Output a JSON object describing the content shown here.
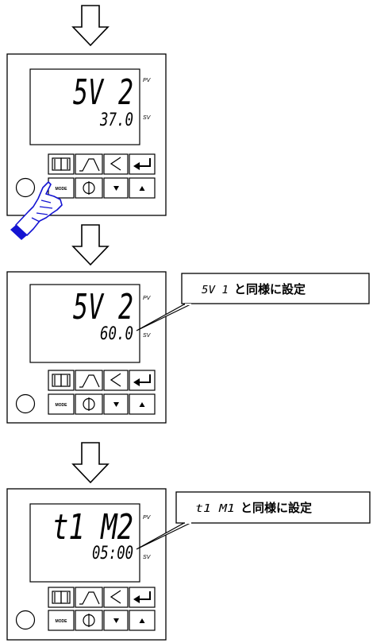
{
  "colors": {
    "hand": "#1414d2",
    "ink": "#000000",
    "panel": "#ffffff"
  },
  "labels": {
    "pv": "PV",
    "sv": "SV",
    "mode": "MODE"
  },
  "icons": [
    "book-icon",
    "ramp-profile-icon",
    "left-arrow-icon",
    "enter-icon",
    "power-icon",
    "down-triangle-icon",
    "up-triangle-icon"
  ],
  "panels": [
    {
      "pv": "5V 2",
      "sv": "37.0",
      "pressing_mode": true
    },
    {
      "pv": "5V 2",
      "sv": "60.0",
      "pressing_mode": false,
      "callout": {
        "code": "5V 1",
        "text": "と同様に設定"
      }
    },
    {
      "pv": "t1 M2",
      "sv": "05:00",
      "pressing_mode": false,
      "callout": {
        "code": "t1 M1",
        "text": "と同様に設定"
      }
    }
  ]
}
